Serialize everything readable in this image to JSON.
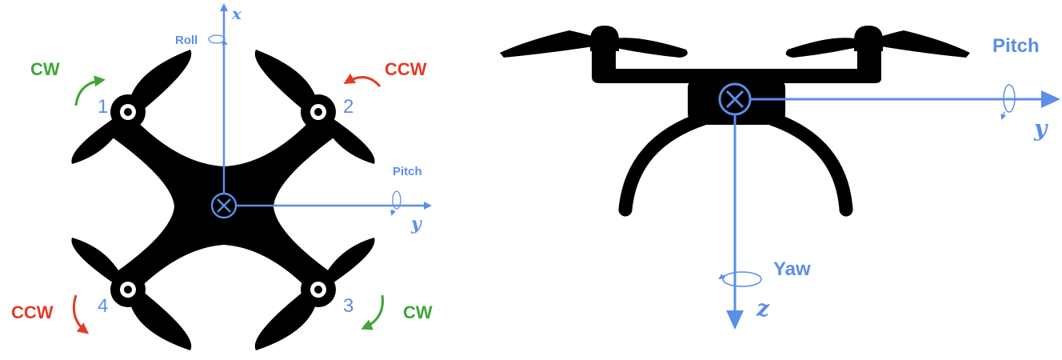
{
  "colors": {
    "axis": "#5b8ee6",
    "cw": "#3fa535",
    "ccw": "#e23b2a",
    "body": "#000000"
  },
  "top_view": {
    "axis_x": "x",
    "axis_y": "y",
    "roll": "Roll",
    "pitch": "Pitch",
    "rotor_1_num": "1",
    "rotor_2_num": "2",
    "rotor_3_num": "3",
    "rotor_4_num": "4",
    "rotor_1_dir": "CW",
    "rotor_2_dir": "CCW",
    "rotor_3_dir": "CW",
    "rotor_4_dir": "CCW"
  },
  "side_view": {
    "axis_y": "y",
    "axis_z": "z",
    "pitch": "Pitch",
    "yaw": "Yaw"
  }
}
